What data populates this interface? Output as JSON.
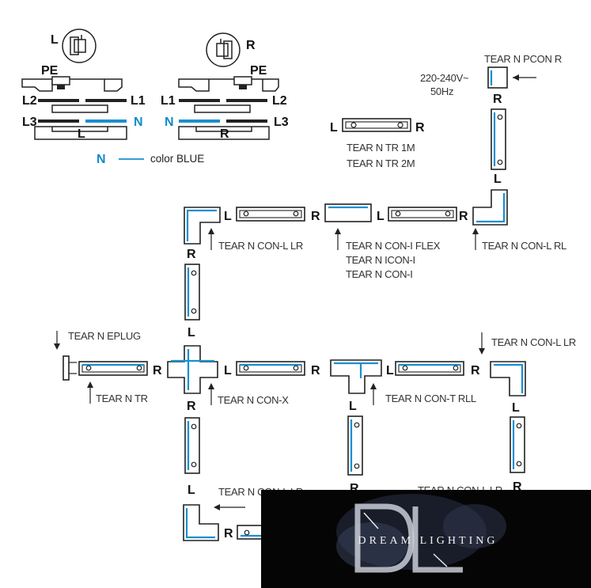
{
  "wiring": {
    "left": {
      "phase_label": "L",
      "pe": "PE",
      "l2": "L2",
      "l1": "L1",
      "l3": "L3",
      "n": "N",
      "bottom": "L"
    },
    "right": {
      "phase_label": "R",
      "pe": "PE",
      "l1": "L1",
      "l2": "L2",
      "n": "N",
      "l3": "L3",
      "bottom": "R"
    },
    "legend": {
      "symbol": "N",
      "text": "color BLUE"
    }
  },
  "power": {
    "voltage": "220-240V~",
    "freq": "50Hz",
    "connector": "TEAR N PCON R",
    "end": "R"
  },
  "straight_track": {
    "left": "L",
    "right": "R",
    "label1": "TEAR N TR 1M",
    "label2": "TEAR N TR 2M"
  },
  "layout": {
    "row1": {
      "con_l_lr": "TEAR N CON-L LR",
      "flex": [
        "TEAR N CON-I FLEX",
        "TEAR N ICON-I",
        "TEAR N CON-I"
      ],
      "con_l_rl": "TEAR N CON-L RL"
    },
    "row2": {
      "eplug": "TEAR N EPLUG",
      "tr": "TEAR N TR",
      "con_x": "TEAR N CON-X",
      "con_t": "TEAR N CON-T RLL",
      "con_l_lr": "TEAR N CON-L LR"
    },
    "row3": {
      "con_l_lr_a": "TEAR N CON-L LR",
      "con_l_lr_b": "TEAR N CON-L LR"
    },
    "letters": {
      "L": "L",
      "R": "R"
    }
  },
  "watermark": {
    "brand": "DREAM LIGHTING",
    "monogram": "DL"
  }
}
